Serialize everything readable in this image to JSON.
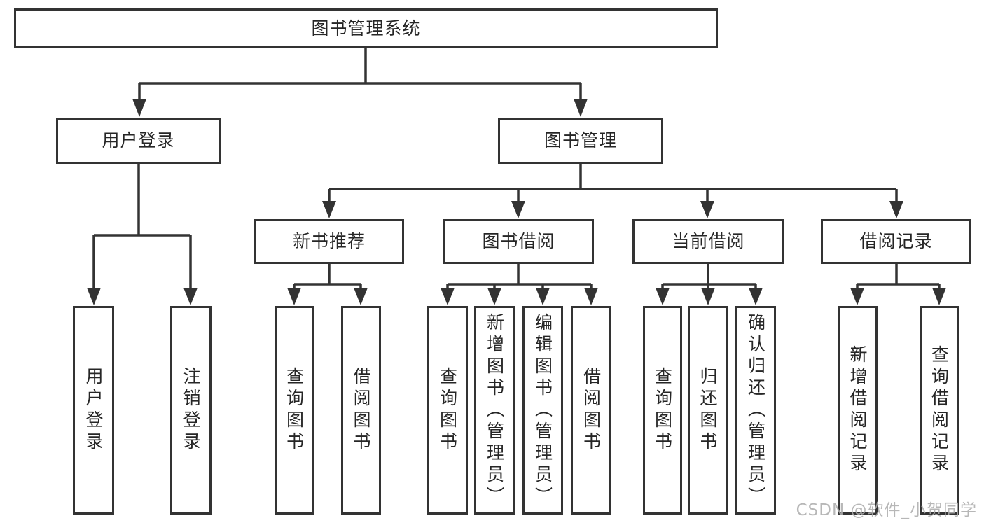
{
  "diagram": {
    "type": "hierarchy-tree",
    "root": {
      "label": "图书管理系统"
    },
    "branches": [
      {
        "label": "用户登录",
        "children": [
          {
            "label": "用户登录"
          },
          {
            "label": "注销登录"
          }
        ]
      },
      {
        "label": "图书管理",
        "children": [
          {
            "label": "新书推荐",
            "children": [
              {
                "label": "查询图书"
              },
              {
                "label": "借阅图书"
              }
            ]
          },
          {
            "label": "图书借阅",
            "children": [
              {
                "label": "查询图书"
              },
              {
                "label": "新增图书（管理员）"
              },
              {
                "label": "编辑图书（管理员）"
              },
              {
                "label": "借阅图书"
              }
            ]
          },
          {
            "label": "当前借阅",
            "children": [
              {
                "label": "查询图书"
              },
              {
                "label": "归还图书"
              },
              {
                "label": "确认归还（管理员）"
              }
            ]
          },
          {
            "label": "借阅记录",
            "children": [
              {
                "label": "新增借阅记录"
              },
              {
                "label": "查询借阅记录"
              }
            ]
          }
        ]
      }
    ],
    "colors": {
      "line": "#333333",
      "text": "#262626",
      "background": "#ffffff",
      "watermark": "#aeaeae"
    }
  },
  "watermark": {
    "text": "CSDN @软件_小贺同学"
  }
}
